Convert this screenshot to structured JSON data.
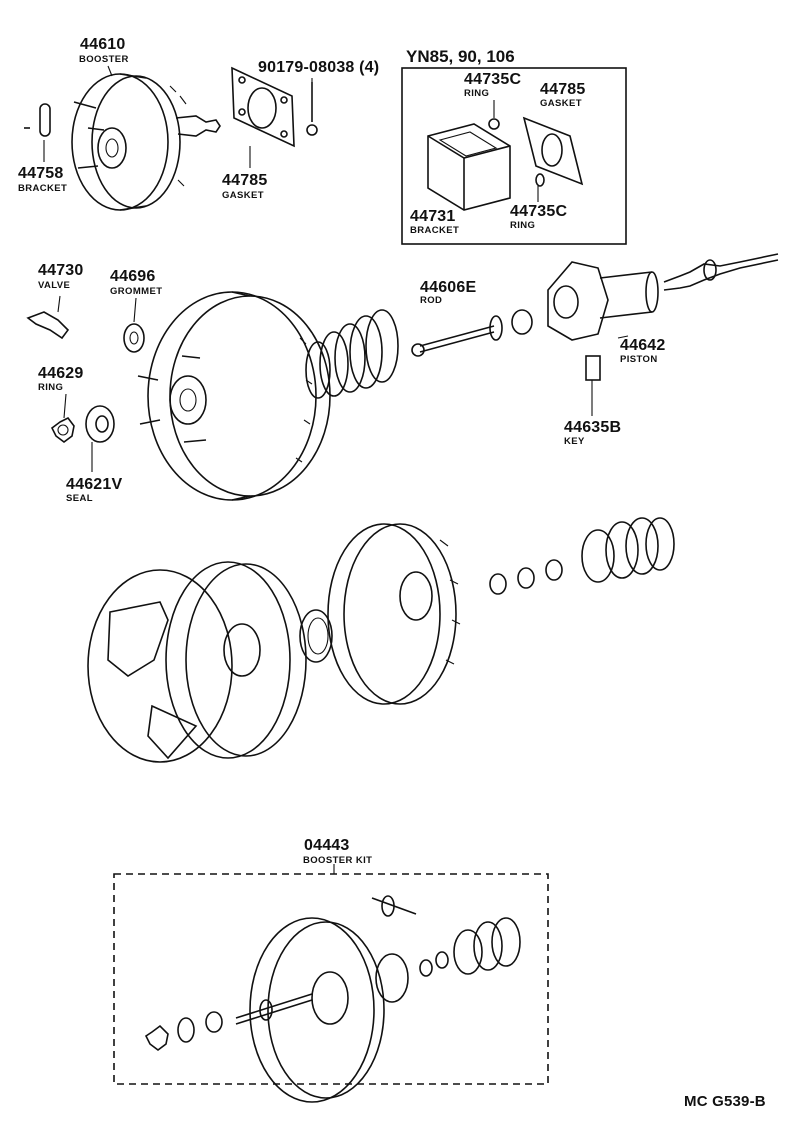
{
  "diagram_code": "MC G539-B",
  "parts": {
    "booster": {
      "number": "44610",
      "name": "BOOSTER"
    },
    "bracket_booster": {
      "number": "44758",
      "name": "BRACKET"
    },
    "nut": {
      "number": "90179-08038 (4)"
    },
    "gasket": {
      "number": "44785",
      "name": "GASKET"
    },
    "valve": {
      "number": "44730",
      "name": "VALVE"
    },
    "grommet": {
      "number": "44696",
      "name": "GROMMET"
    },
    "rod": {
      "number": "44606E",
      "name": "ROD"
    },
    "piston": {
      "number": "44642",
      "name": "PISTON"
    },
    "ring": {
      "number": "44629",
      "name": "RING"
    },
    "seal": {
      "number": "44621V",
      "name": "SEAL"
    },
    "key": {
      "number": "44635B",
      "name": "KEY"
    }
  },
  "yn_group": {
    "title": "YN85, 90, 106",
    "ring_top": {
      "number": "44735C",
      "name": "RING"
    },
    "gasket": {
      "number": "44785",
      "name": "GASKET"
    },
    "bracket": {
      "number": "44731",
      "name": "BRACKET"
    },
    "ring_bottom": {
      "number": "44735C",
      "name": "RING"
    }
  },
  "kit": {
    "number": "04443",
    "name": "BOOSTER KIT"
  }
}
